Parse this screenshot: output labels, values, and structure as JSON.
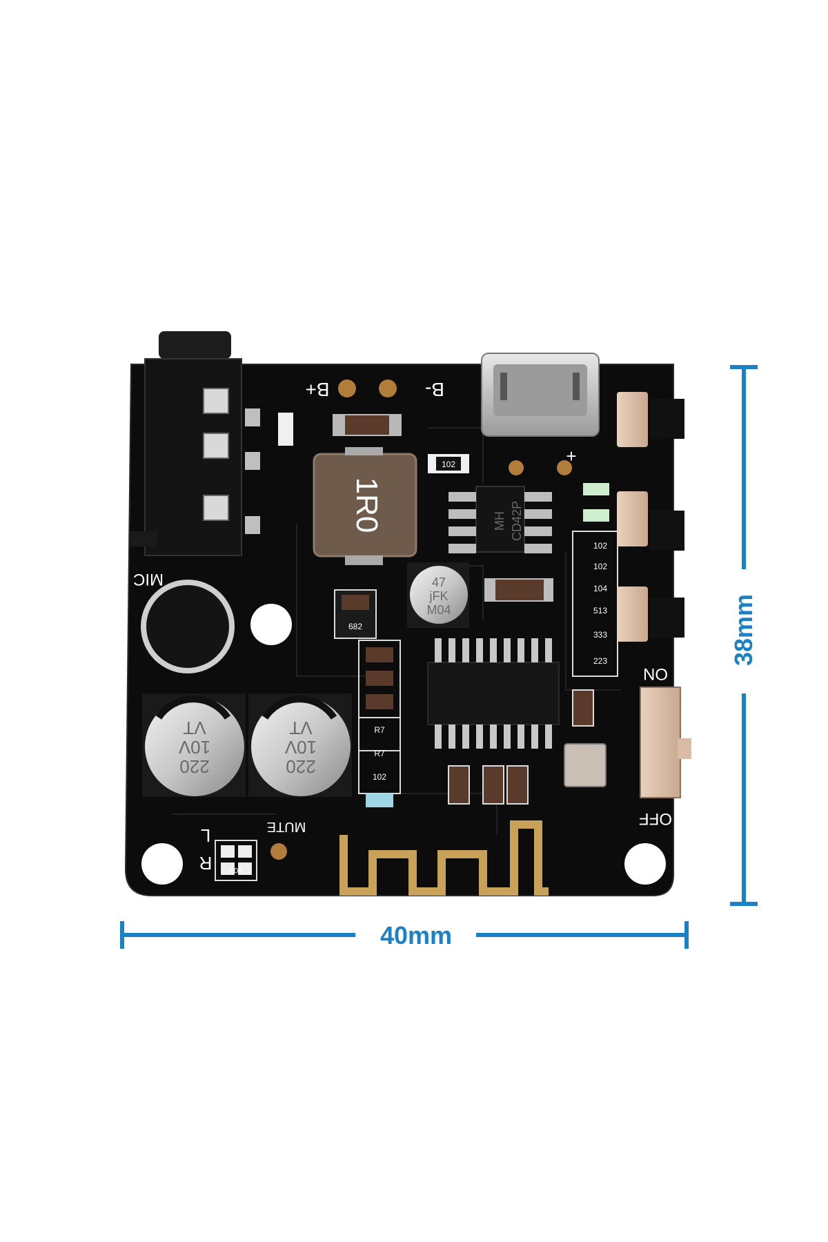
{
  "dimensions": {
    "width_label": "40mm",
    "height_label": "38mm",
    "color": "#1a82c4"
  },
  "board": {
    "pcb_color": "#0c0c0c",
    "labels": {
      "battery_plus": "B+",
      "battery_minus": "B-",
      "mic": "MIC",
      "mute": "MUTE",
      "on": "ON",
      "off": "OFF",
      "plus": "+",
      "left": "L",
      "right": "R"
    },
    "chips": {
      "inductor_mark": "1R0",
      "charger_ic_line1": "MH",
      "charger_ic_line2": "CD42P",
      "cap_small_line1": "47",
      "cap_small_line2": "jFK",
      "cap_small_line3": "M04"
    },
    "capacitors": [
      {
        "line1": "220",
        "line2": "10V",
        "line3": "VT"
      },
      {
        "line1": "220",
        "line2": "10V",
        "line3": "VT"
      }
    ],
    "resistors": {
      "r102_top": "102",
      "r682": "682",
      "r_right": [
        "102",
        "102",
        "104",
        "513",
        "333",
        "223"
      ],
      "r_left_bottom": [
        "R7",
        "R7",
        "102"
      ],
      "r103": "103"
    }
  }
}
